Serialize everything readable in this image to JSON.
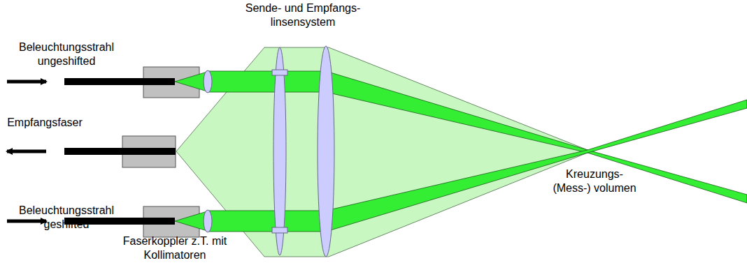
{
  "diagram": {
    "labels": [
      "Sende- und Empfangs- linsensystem",
      "Beleuchtungsstrahl ungeshifted",
      "Empfangsfaser",
      "Kreuzungs- (Mess-) volumen",
      "Beleuchtungsstrahl geshifted",
      "Faserkoppler z.T. mit Kollimatoren"
    ]
  }
}
